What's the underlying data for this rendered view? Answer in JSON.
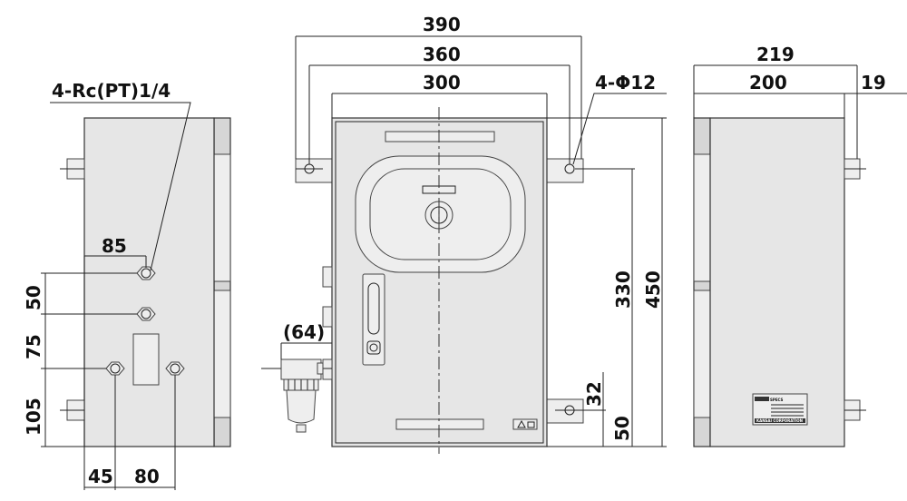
{
  "drawing": {
    "side_left": {
      "port_callout": "4-Rc(PT)1/4",
      "dim_85": "85",
      "dim_50": "50",
      "dim_75": "75",
      "dim_105": "105",
      "dim_45": "45",
      "dim_80": "80"
    },
    "front": {
      "dim_390": "390",
      "dim_360": "360",
      "dim_300": "300",
      "hole_callout": "4-Φ12",
      "dim_330": "330",
      "dim_450": "450",
      "dim_64": "(64)",
      "dim_32": "32",
      "dim_50": "50"
    },
    "side_right": {
      "dim_219": "219",
      "dim_200": "200",
      "dim_19": "19"
    },
    "nameplate": {
      "top_text": "SPECS",
      "bottom_text": "KANSAI CORPORATION"
    }
  }
}
